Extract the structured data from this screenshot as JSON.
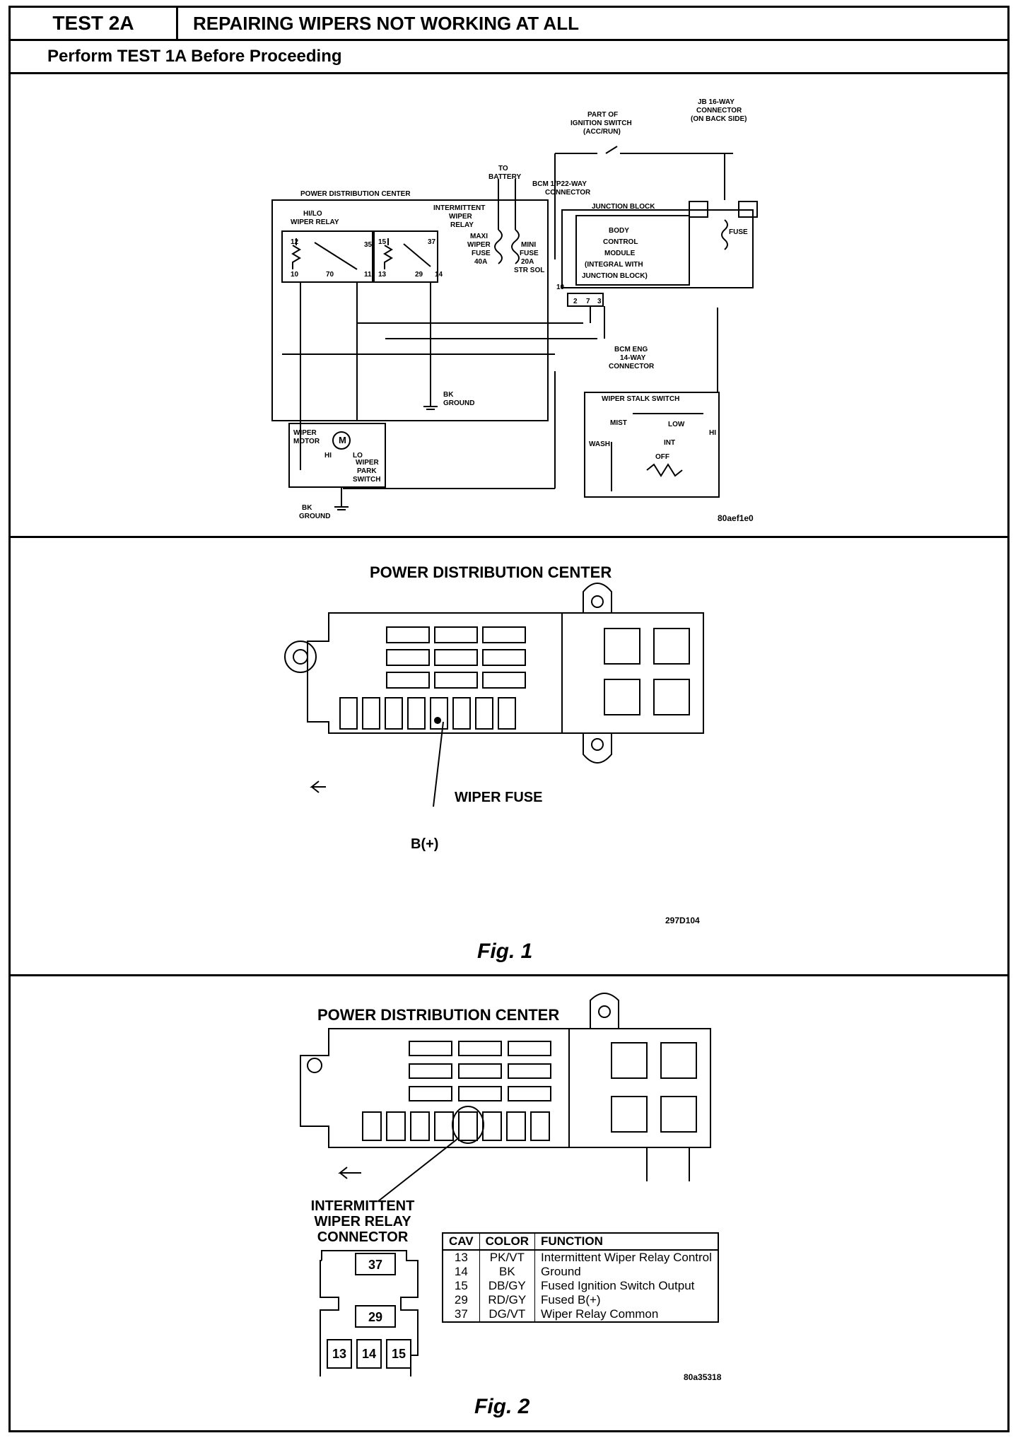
{
  "header": {
    "test_id": "TEST 2A",
    "title": "REPAIRING WIPERS NOT WORKING AT ALL",
    "subtitle": "Perform TEST 1A Before Proceeding"
  },
  "schematic": {
    "code": "80aef1e0",
    "labels": {
      "jb_connector": "JB 16-WAY",
      "jb_connector2": "CONNECTOR",
      "jb_connector3": "(ON BACK SIDE)",
      "ign_switch1": "PART OF",
      "ign_switch2": "IGNITION SWITCH",
      "ign_switch3": "(ACC/RUN)",
      "to_battery1": "TO",
      "to_battery2": "BATTERY",
      "pdc": "POWER DISTRIBUTION CENTER",
      "bcm_conn1": "BCM 1/P22-WAY",
      "bcm_conn2": "CONNECTOR",
      "junction_block": "JUNCTION BLOCK",
      "hilo_relay1": "HI/LO",
      "hilo_relay2": "WIPER RELAY",
      "int_relay1": "INTERMITTENT",
      "int_relay2": "WIPER",
      "int_relay3": "RELAY",
      "maxi_fuse1": "MAXI",
      "maxi_fuse2": "WIPER",
      "maxi_fuse3": "FUSE",
      "maxi_fuse4": "40A",
      "mini_fuse1": "MINI",
      "mini_fuse2": "FUSE",
      "mini_fuse3": "20A",
      "mini_fuse4": "STR SOL",
      "bcm1": "BODY",
      "bcm2": "CONTROL",
      "bcm3": "MODULE",
      "bcm4": "(INTEGRAL WITH",
      "bcm5": "JUNCTION BLOCK)",
      "fuse": "FUSE",
      "bcm_eng1": "BCM ENG",
      "bcm_eng2": "14-WAY",
      "bcm_eng3": "CONNECTOR",
      "bk_ground": "BK",
      "ground": "GROUND",
      "wiper_motor1": "WIPER",
      "wiper_motor2": "MOTOR",
      "motor_m": "M",
      "hi": "HI",
      "lo": "LO",
      "park1": "WIPER",
      "park2": "PARK",
      "park3": "SWITCH",
      "bk_ground2": "BK",
      "ground2": "GROUND",
      "stalk": "WIPER STALK SWITCH",
      "mist": "MIST",
      "low": "LOW",
      "hi_sw": "HI",
      "int": "INT",
      "off": "OFF",
      "wash": "WASH",
      "pin_12": "12",
      "pin_10": "10",
      "pin_70": "70",
      "pin_11": "11",
      "pin_35": "35",
      "pin_15": "15",
      "pin_13": "13",
      "pin_37": "37",
      "pin_29": "29",
      "pin_14": "14",
      "pin_b10": "10",
      "pin_2": "2",
      "pin_7": "7",
      "pin_3": "3"
    }
  },
  "fig1": {
    "title": "POWER DISTRIBUTION CENTER",
    "callout_fuse": "WIPER FUSE",
    "callout_b": "B(+)",
    "code": "297D104",
    "caption": "Fig. 1"
  },
  "fig2": {
    "title": "POWER DISTRIBUTION CENTER",
    "connector_label": [
      "INTERMITTENT",
      "WIPER RELAY",
      "CONNECTOR"
    ],
    "cavities": {
      "c37": "37",
      "c29": "29",
      "c13": "13",
      "c14": "14",
      "c15": "15"
    },
    "table": {
      "headers": [
        "CAV",
        "COLOR",
        "FUNCTION"
      ],
      "rows": [
        [
          "13",
          "PK/VT",
          "Intermittent Wiper Relay Control"
        ],
        [
          "14",
          "BK",
          "Ground"
        ],
        [
          "15",
          "DB/GY",
          "Fused Ignition Switch Output"
        ],
        [
          "29",
          "RD/GY",
          "Fused B(+)"
        ],
        [
          "37",
          "DG/VT",
          "Wiper Relay Common"
        ]
      ]
    },
    "code": "80a35318",
    "caption": "Fig. 2"
  }
}
